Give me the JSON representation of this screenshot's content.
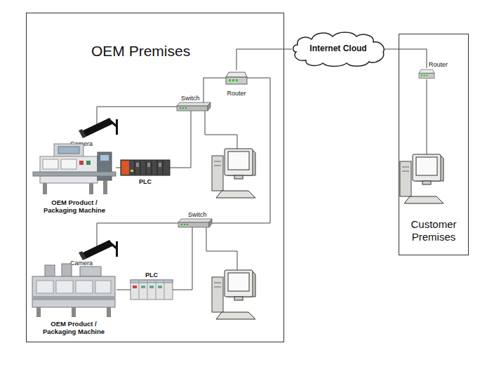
{
  "diagram": {
    "nodes": [
      {
        "text": [
          "OEM Premises"
        ]
      },
      {
        "text": [
          "Internet Cloud"
        ]
      },
      {
        "text": [
          "Customer Premises"
        ]
      },
      {
        "text": [
          "Router"
        ],
        "in": 0
      },
      {
        "text": [
          "Router"
        ],
        "in": 2
      },
      {
        "text": [
          "Switch"
        ],
        "in": 0
      },
      {
        "text": [
          "Camera"
        ],
        "in": 0
      },
      {
        "text": [
          "OEM Product / Packaging Machine"
        ],
        "in": 0
      },
      {
        "text": [
          "PLC"
        ],
        "in": 0
      },
      {
        "text": [
          "Switch"
        ],
        "in": 0
      },
      {
        "text": [
          "Camera"
        ],
        "in": 0
      },
      {
        "text": [
          "OEM Product / Packaging Machine"
        ],
        "in": 0
      },
      {
        "text": [
          "PLC"
        ],
        "in": 0
      }
    ],
    "edges": [
      {
        "from": 3,
        "to": 1,
        "arrow": "none"
      },
      {
        "from": 1,
        "to": 4,
        "arrow": "none"
      },
      {
        "from": 3,
        "to": 5,
        "arrow": "none"
      },
      {
        "from": 3,
        "to": 9,
        "arrow": "none"
      },
      {
        "from": 5,
        "to": 6,
        "arrow": "none"
      },
      {
        "from": 5,
        "to": 8,
        "arrow": "none"
      },
      {
        "from": 8,
        "to": 7,
        "arrow": "none"
      },
      {
        "from": 9,
        "to": 10,
        "arrow": "none"
      },
      {
        "from": 9,
        "to": 12,
        "arrow": "none"
      },
      {
        "from": 12,
        "to": 11,
        "arrow": "none"
      }
    ]
  }
}
